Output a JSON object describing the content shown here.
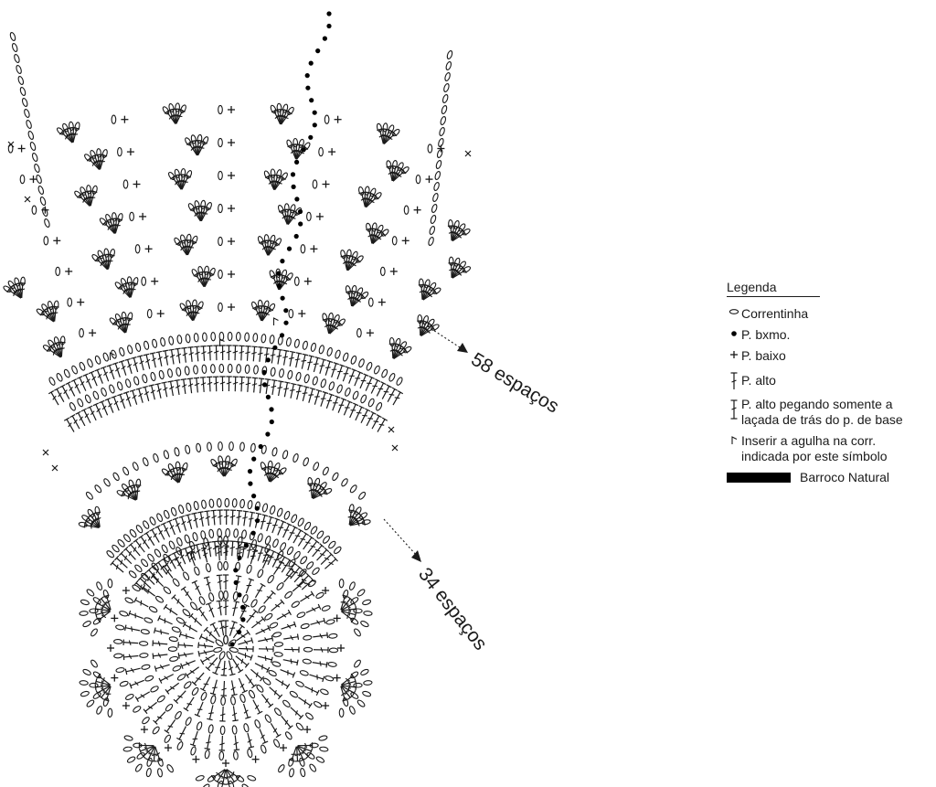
{
  "annotations": {
    "outer_round": "58 espaços",
    "inner_round": "34 espaços"
  },
  "legend": {
    "title": "Legenda",
    "items": [
      {
        "symbol": "chain-icon",
        "label": "Correntinha"
      },
      {
        "symbol": "slip-stitch-icon",
        "label": "P. bxmo."
      },
      {
        "symbol": "single-crochet-icon",
        "label": "P. baixo"
      },
      {
        "symbol": "double-crochet-icon",
        "label": "P. alto"
      },
      {
        "symbol": "back-loop-double-crochet-icon",
        "label_line1": "P. alto pegando somente a",
        "label_line2": "laçada de trás do p. de base"
      },
      {
        "symbol": "insert-hook-icon",
        "label_line1": "Inserir a agulha na corr.",
        "label_line2": "indicada por este símbolo"
      },
      {
        "symbol": "color-swatch",
        "label": "Barroco Natural",
        "color": "#000000"
      }
    ]
  },
  "colors": {
    "ink": "#1a1a1a",
    "background": "#ffffff"
  }
}
